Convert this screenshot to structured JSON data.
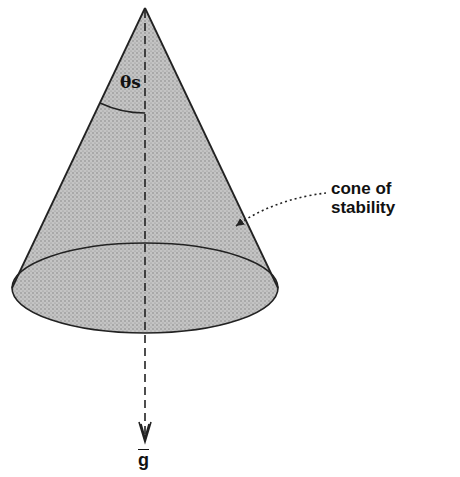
{
  "diagram": {
    "labels": [
      "θs",
      "cone of stability",
      "g"
    ]
  }
}
